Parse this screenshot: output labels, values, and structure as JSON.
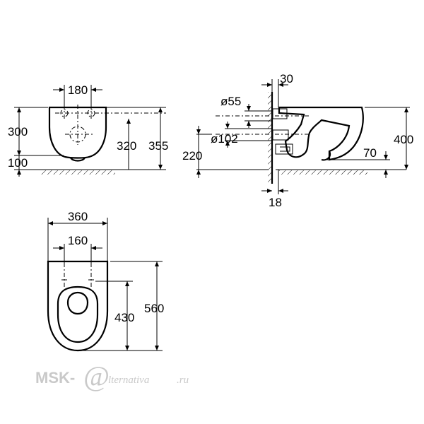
{
  "front_view": {
    "width_top": "180",
    "height_top": "300",
    "height_bottom": "100",
    "axis_height": "320",
    "total_height": "355"
  },
  "side_view": {
    "wall_offset": "30",
    "diam_small": "ø55",
    "diam_large": "ø102",
    "height_220": "220",
    "total_height": "400",
    "outlet_height": "70",
    "bottom_offset": "18"
  },
  "top_view": {
    "width": "360",
    "hole_spacing": "160",
    "hole_distance": "430",
    "length": "560"
  },
  "watermark": {
    "brand_left": "MSK-",
    "brand_mark": "@",
    "brand_right": "lternativa",
    "domain": ".ru"
  },
  "colors": {
    "line": "#000000",
    "watermark": "#c9c9c9"
  }
}
